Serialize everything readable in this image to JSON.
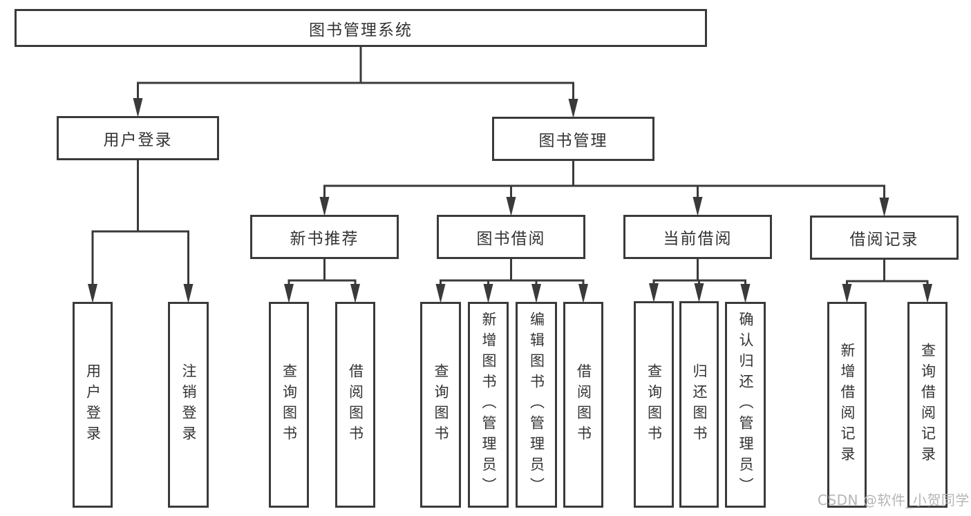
{
  "diagram": {
    "nodes": [
      {
        "id": "root",
        "label": "图书管理系统"
      },
      {
        "id": "user-login",
        "label": "用户登录"
      },
      {
        "id": "book-mgmt",
        "label": "图书管理"
      },
      {
        "id": "new-book-rec",
        "label": "新书推荐"
      },
      {
        "id": "book-borrow",
        "label": "图书借阅"
      },
      {
        "id": "current-borrow",
        "label": "当前借阅"
      },
      {
        "id": "borrow-records",
        "label": "借阅记录"
      },
      {
        "id": "leaf-user-login",
        "label": "用户登录"
      },
      {
        "id": "leaf-logout",
        "label": "注销登录"
      },
      {
        "id": "leaf-query-book-newrec",
        "label": "查询图书"
      },
      {
        "id": "leaf-borrow-book-newrec",
        "label": "借阅图书"
      },
      {
        "id": "leaf-query-book-borrow",
        "label": "查询图书"
      },
      {
        "id": "leaf-add-book",
        "label": "新增图书（管理员）"
      },
      {
        "id": "leaf-edit-book",
        "label": "编辑图书（管理员）"
      },
      {
        "id": "leaf-borrow-book-borrow",
        "label": "借阅图书"
      },
      {
        "id": "leaf-query-book-current",
        "label": "查询图书"
      },
      {
        "id": "leaf-return-book",
        "label": "归还图书"
      },
      {
        "id": "leaf-confirm-return",
        "label": "确认归还（管理员）"
      },
      {
        "id": "leaf-add-borrow-record",
        "label": "新增借阅记录"
      },
      {
        "id": "leaf-query-borrow-record",
        "label": "查询借阅记录"
      }
    ],
    "edges": [
      {
        "parent": "root",
        "children": [
          "user-login",
          "book-mgmt"
        ]
      },
      {
        "parent": "user-login",
        "children": [
          "leaf-user-login",
          "leaf-logout"
        ]
      },
      {
        "parent": "book-mgmt",
        "children": [
          "new-book-rec",
          "book-borrow",
          "current-borrow",
          "borrow-records"
        ]
      },
      {
        "parent": "new-book-rec",
        "children": [
          "leaf-query-book-newrec",
          "leaf-borrow-book-newrec"
        ]
      },
      {
        "parent": "book-borrow",
        "children": [
          "leaf-query-book-borrow",
          "leaf-add-book",
          "leaf-edit-book",
          "leaf-borrow-book-borrow"
        ]
      },
      {
        "parent": "current-borrow",
        "children": [
          "leaf-query-book-current",
          "leaf-return-book",
          "leaf-confirm-return"
        ]
      },
      {
        "parent": "borrow-records",
        "children": [
          "leaf-add-borrow-record",
          "leaf-query-borrow-record"
        ]
      }
    ]
  },
  "watermark": {
    "text": "CSDN @软件_小贺同学"
  },
  "colors": {
    "line": "#3a3a3a",
    "text": "#333333",
    "watermark": "#b5b5b5",
    "background": "#ffffff"
  }
}
